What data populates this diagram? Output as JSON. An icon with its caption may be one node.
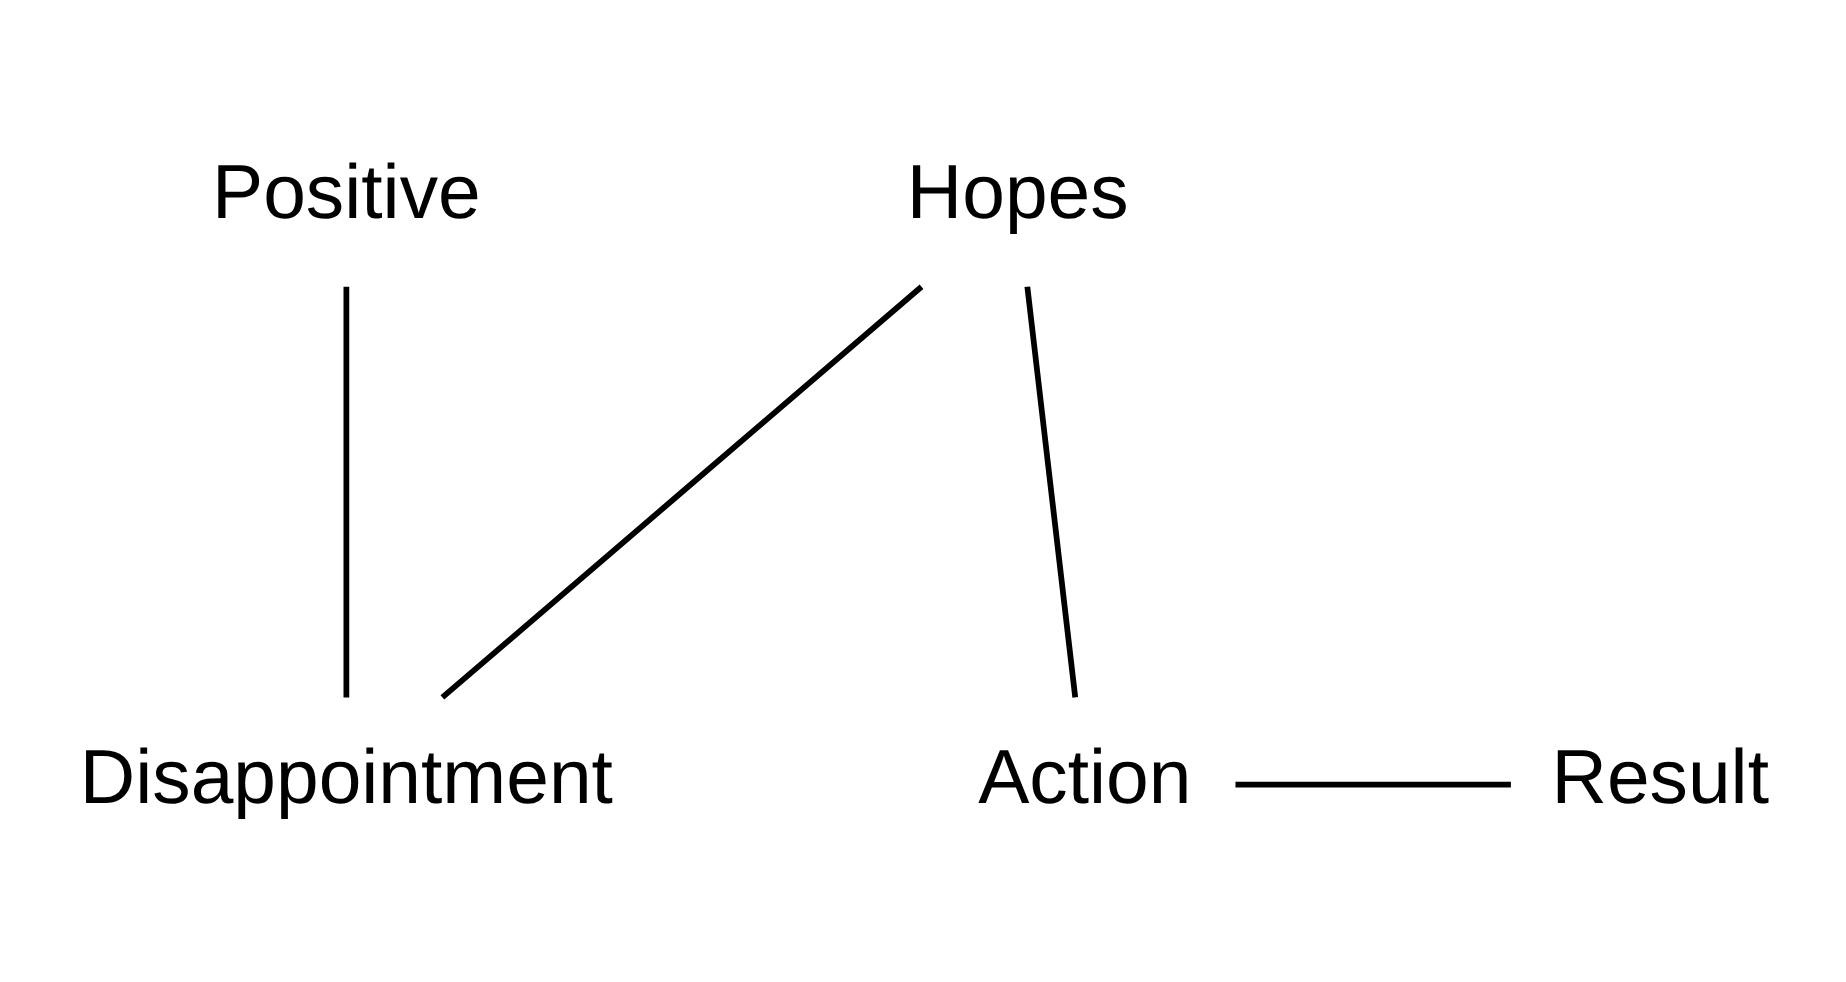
{
  "diagram": {
    "nodes": [
      {
        "text": [
          "Positive"
        ]
      },
      {
        "text": [
          "Disappointment"
        ]
      },
      {
        "text": [
          "Hopes"
        ]
      },
      {
        "text": [
          "Action"
        ]
      },
      {
        "text": [
          "Result"
        ]
      }
    ],
    "edges": [
      {
        "from": 0,
        "to": 1,
        "arrow": "none"
      },
      {
        "from": 1,
        "to": 2,
        "arrow": "none"
      },
      {
        "from": 2,
        "to": 3,
        "arrow": "none"
      },
      {
        "from": 3,
        "to": 4,
        "arrow": "none"
      }
    ]
  }
}
